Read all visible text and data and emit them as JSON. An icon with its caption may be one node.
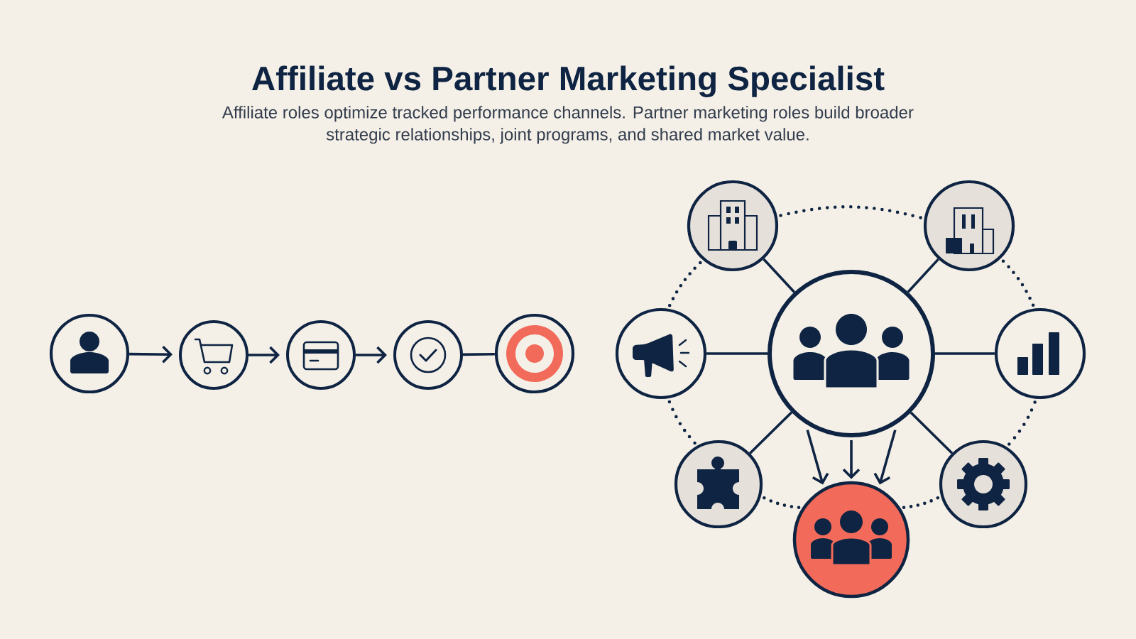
{
  "diagram": {
    "title": "Affiliate vs Partner Marketing Specialist",
    "nodes": [
      {
        "text": [],
        "shape": "circle"
      },
      {
        "text": [],
        "shape": "circle"
      },
      {
        "text": [],
        "shape": "circle"
      },
      {
        "text": [],
        "shape": "circle"
      },
      {
        "text": [],
        "shape": "circle"
      },
      {
        "text": [],
        "shape": "circle"
      },
      {
        "text": [],
        "shape": "circle"
      },
      {
        "text": [],
        "shape": "circle"
      },
      {
        "text": [],
        "shape": "circle"
      },
      {
        "text": [],
        "shape": "circle"
      },
      {
        "text": [],
        "shape": "circle"
      },
      {
        "text": [],
        "shape": "circle"
      },
      {
        "text": [],
        "shape": "circle"
      }
    ],
    "edges": [
      {
        "from": 0,
        "to": 1,
        "arrow": "to"
      },
      {
        "from": 1,
        "to": 2,
        "arrow": "to"
      },
      {
        "from": 2,
        "to": 3,
        "arrow": "to"
      },
      {
        "from": 3,
        "to": 4,
        "arrow": "none"
      },
      {
        "from": 8,
        "to": 5,
        "arrow": "none"
      },
      {
        "from": 8,
        "to": 6,
        "arrow": "none"
      },
      {
        "from": 8,
        "to": 7,
        "arrow": "none"
      },
      {
        "from": 8,
        "to": 9,
        "arrow": "none"
      },
      {
        "from": 8,
        "to": 10,
        "arrow": "none"
      },
      {
        "from": 8,
        "to": 11,
        "arrow": "none"
      },
      {
        "from": 8,
        "to": 12,
        "arrow": "to"
      },
      {
        "from": 8,
        "to": 12,
        "arrow": "to"
      },
      {
        "from": 8,
        "to": 12,
        "arrow": "to"
      },
      {
        "from": 5,
        "to": 6,
        "arrow": "none",
        "style": "dashed"
      },
      {
        "from": 6,
        "to": 9,
        "arrow": "none",
        "style": "dashed"
      },
      {
        "from": 9,
        "to": 11,
        "arrow": "none",
        "style": "dashed"
      },
      {
        "from": 11,
        "to": 12,
        "arrow": "none",
        "style": "dashed"
      },
      {
        "from": 12,
        "to": 10,
        "arrow": "none",
        "style": "dashed"
      },
      {
        "from": 10,
        "to": 7,
        "arrow": "none",
        "style": "dashed"
      },
      {
        "from": 7,
        "to": 5,
        "arrow": "none",
        "style": "dashed"
      }
    ],
    "labels": [
      "Affiliate roles optimize tracked performance channels. Partner marketing roles build broader strategic relationships, joint programs, and shared market value."
    ]
  }
}
